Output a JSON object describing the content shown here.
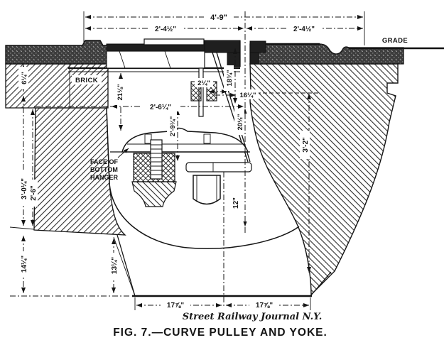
{
  "figure": {
    "caption": "FIG. 7.—CURVE PULLEY AND YOKE.",
    "credit": "Street Railway Journal N.Y."
  },
  "labels": {
    "grade": "GRADE",
    "brick": "BRICK",
    "hanger_line1": "FACE OF",
    "hanger_line2": "BOTTOM",
    "hanger_line3": "HANGER"
  },
  "dims": {
    "top_overall": "4'-9\"",
    "top_left_half": "2'-4½\"",
    "top_right_half": "2'-4½\"",
    "wall_offset": "6¼\"",
    "depth_outer": "3'-0¼\"",
    "vault_depth": "2'-6\"",
    "below_wall_left": "14¼\"",
    "below_wall_inner": "13¼\"",
    "yoke_to_pulley": "21⅛\"",
    "vault_width": "2'-6¼\"",
    "pulley_depth": "2'-9¼\"",
    "hanger_clearance": "2¼\"",
    "slot_depth": "18¾\"",
    "concrete_offset": "16¼\"",
    "centre_depth": "20½\"",
    "right_depth": "3'-2\"",
    "pulley_offset": "12\"",
    "base_left": "17⅞\"",
    "base_right": "17⅞\""
  }
}
